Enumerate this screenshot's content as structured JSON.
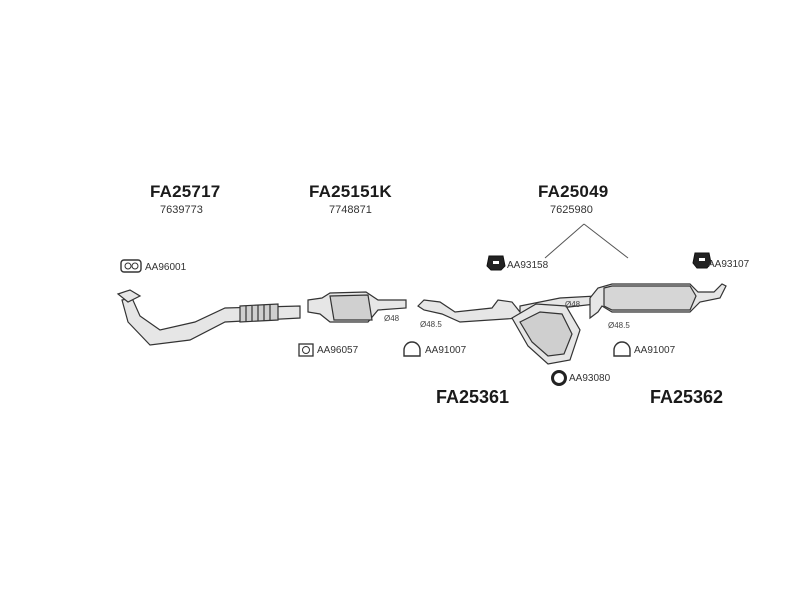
{
  "groups": {
    "front_pipe": {
      "part": "FA25717",
      "oe": "7639773"
    },
    "catalyst": {
      "part": "FA25151K",
      "oe": "7748871"
    },
    "rear": {
      "part": "FA25049",
      "oe": "7625980"
    }
  },
  "sections": {
    "middle": {
      "part": "FA25361"
    },
    "rear": {
      "part": "FA25362"
    }
  },
  "accessories": {
    "gasket_front": "AA96001",
    "gasket_cat": "AA96057",
    "clamp_mid": "AA91007",
    "hanger_mid": "AA93158",
    "ring_mid": "AA93080",
    "hanger_rear": "AA93107",
    "clamp_rear": "AA91007"
  },
  "diameters": {
    "cat_outlet": "Ø48",
    "mid_inlet": "Ø48.5",
    "mid_outlet": "Ø48",
    "rear_inlet": "Ø48.5"
  },
  "colors": {
    "line": "#333333",
    "fill": "#e6e6e6",
    "dark": "#1a1a1a"
  }
}
